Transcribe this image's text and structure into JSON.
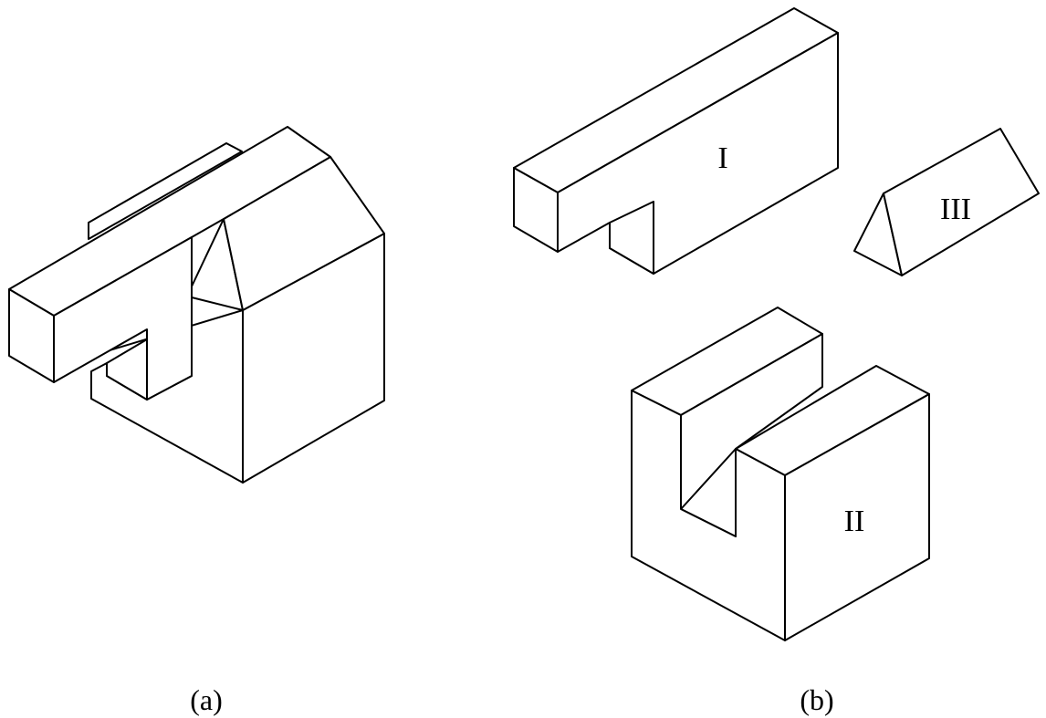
{
  "figure": {
    "caption_a": "(a)",
    "caption_b": "(b)",
    "part_labels": {
      "part_1": "I",
      "part_2": "II",
      "part_3": "III"
    },
    "colors": {
      "stroke": "#000000",
      "fill": "#ffffff"
    }
  }
}
